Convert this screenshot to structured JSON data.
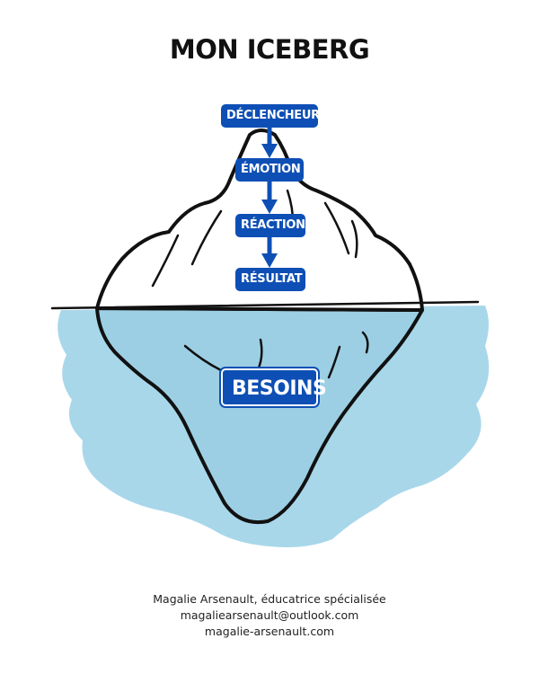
{
  "title": "MON ICEBERG",
  "tip": {
    "steps": [
      "DÉCLENCHEUR",
      "ÉMOTION",
      "RÉACTION",
      "RÉSULTAT"
    ]
  },
  "base": {
    "label": "BESOINS"
  },
  "footer": {
    "author": "Magalie Arsenault, éducatrice spécialisée",
    "email": "magaliearsenault@outlook.com",
    "website": "magalie-arsenault.com"
  },
  "colors": {
    "label_blue": "#0e4fb5",
    "water": "#a8d7ea",
    "ice_under": "#9ccfe4",
    "ice_top": "#ffffff",
    "outline": "#111111"
  }
}
